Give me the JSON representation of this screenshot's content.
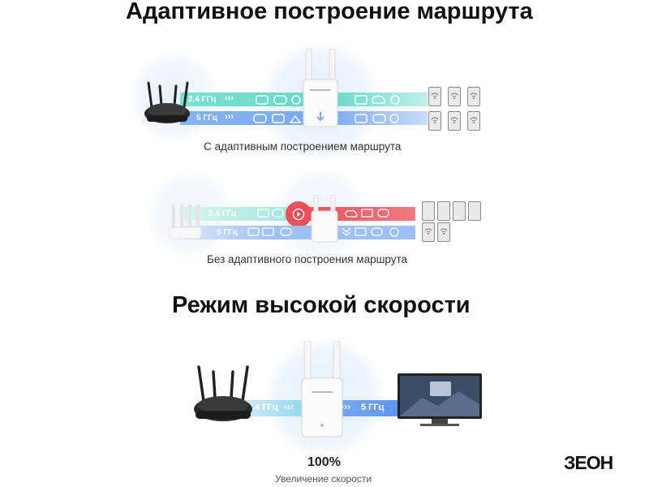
{
  "headings": {
    "adaptive_title": "Адаптивное построение маршрута",
    "speed_title": "Режим высокой скорости"
  },
  "diagram_adaptive": {
    "band_24": "2.4 ГГц",
    "band_5": "5 ГГц",
    "caption": "С адаптивным построением маршрута",
    "top_band_color": "#67d7c8",
    "bottom_band_color": "#7aa9f2"
  },
  "diagram_non_adaptive": {
    "band_24": "2.4 ГГц",
    "band_5": "5 ГГц",
    "caption": "Без адаптивного построения маршрута",
    "congestion_color": "#ec4f57"
  },
  "diagram_speed": {
    "band_24": "2.4 ГГц",
    "band_5": "5 ГГц",
    "stat_value": "100%",
    "stat_label": "Увеличение скорости"
  },
  "brand": {
    "logo_text": "ЗЕОН"
  }
}
